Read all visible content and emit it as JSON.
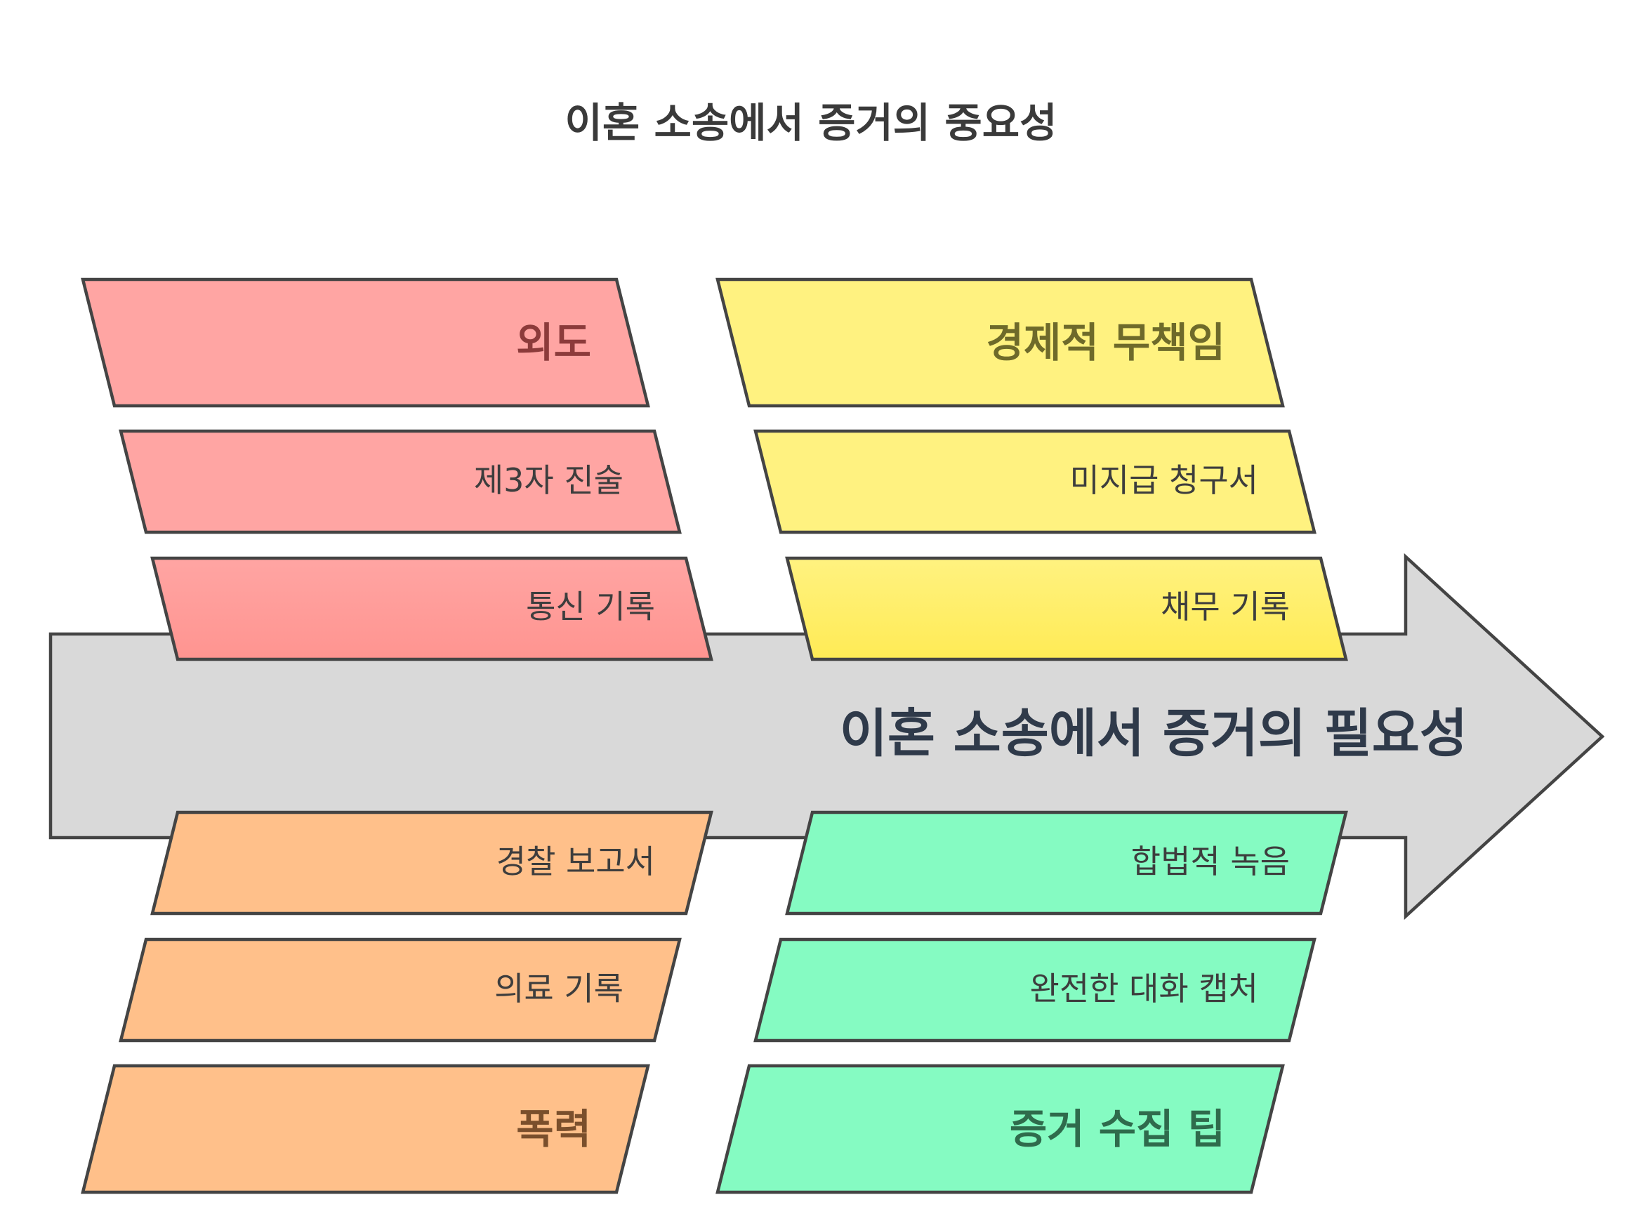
{
  "title": "이혼 소송에서 증거의 중요성",
  "spine": {
    "label": "이혼 소송에서 증거의 필요성",
    "color": "#d9d9d9"
  },
  "colors": {
    "outline": "#444444"
  },
  "branches": {
    "infidelity": {
      "label": "외도",
      "fill": "#ffa5a3",
      "text_color": "#8c3b3b",
      "items": [
        "제3자 진술",
        "통신 기록"
      ]
    },
    "economic": {
      "label": "경제적 무책임",
      "fill": "#fff280",
      "text_color": "#6e6a2a",
      "items": [
        "미지급 청구서",
        "채무 기록"
      ]
    },
    "violence": {
      "label": "폭력",
      "fill": "#ffc08a",
      "text_color": "#7a4f2c",
      "items": [
        "경찰 보고서",
        "의료 기록"
      ]
    },
    "tips": {
      "label": "증거 수집 팁",
      "fill": "#85fbc2",
      "text_color": "#2f6b4c",
      "items": [
        "합법적 녹음",
        "완전한 대화 캡처"
      ]
    }
  }
}
